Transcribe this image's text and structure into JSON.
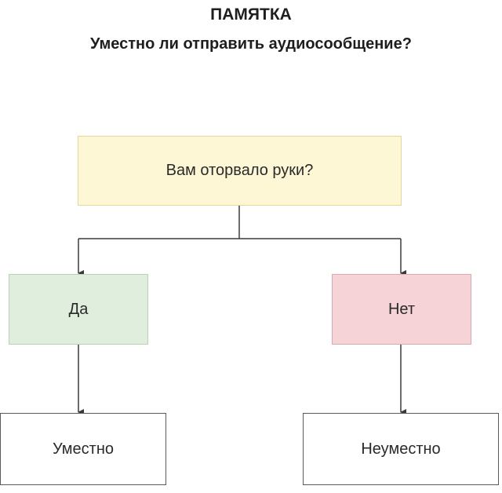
{
  "header": {
    "title": "ПАМЯТКА",
    "subtitle": "Уместно ли отправить аудиосообщение?"
  },
  "diagram": {
    "question": "Вам оторвало руки?",
    "yes": "Да",
    "no": "Нет",
    "result_yes": "Уместно",
    "result_no": "Неуместно"
  },
  "colors": {
    "question_fill": "#fdf7d6",
    "yes_fill": "#dfeedd",
    "no_fill": "#f5d3d6",
    "result_fill": "#ffffff",
    "connector": "#3a3a3a"
  }
}
